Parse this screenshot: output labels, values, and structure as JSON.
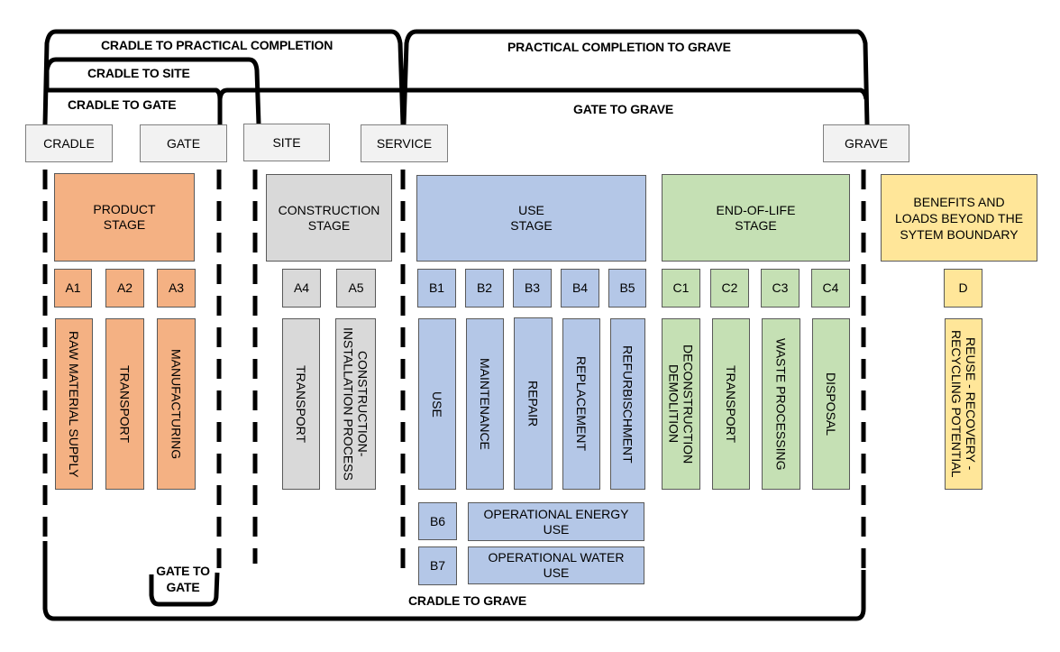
{
  "scope_labels": {
    "cradle_to_practical_completion": "CRADLE  TO PRACTICAL  COMPLETION",
    "practical_completion_to_grave": "PRACTICAL  COMPLETION TO GRAVE",
    "cradle_to_site": "CRADLE  TO SITE",
    "cradle_to_gate": "CRADLE  TO GATE",
    "gate_to_grave": "GATE TO GRAVE",
    "gate_to_gate": "GATE TO\nGATE",
    "cradle_to_grave": "CRADLE  TO GRAVE"
  },
  "milestones": [
    "CRADLE",
    "GATE",
    "SITE",
    "SERVICE",
    "GRAVE"
  ],
  "stages": {
    "product": {
      "title": "PRODUCT\nSTAGE",
      "color": "#f4b183",
      "modules": [
        {
          "code": "A1",
          "name": "RAW MATERIAL SUPPLY"
        },
        {
          "code": "A2",
          "name": "TRANSPORT"
        },
        {
          "code": "A3",
          "name": "MANUFACTURING"
        }
      ]
    },
    "construction": {
      "title": "CONSTRUCTION\nSTAGE",
      "color": "#d9d9d9",
      "modules": [
        {
          "code": "A4",
          "name": "TRANSPORT"
        },
        {
          "code": "A5",
          "name": "CONSTRUCTION-\nINSTALLATION PROCESS"
        }
      ]
    },
    "use": {
      "title": "USE\nSTAGE",
      "color": "#b4c7e7",
      "modules": [
        {
          "code": "B1",
          "name": "USE"
        },
        {
          "code": "B2",
          "name": "MAINTENANCE"
        },
        {
          "code": "B3",
          "name": "REPAIR"
        },
        {
          "code": "B4",
          "name": "REPLACEMENT"
        },
        {
          "code": "B5",
          "name": "REFURBISCHMENT"
        }
      ],
      "operational": [
        {
          "code": "B6",
          "name": "OPERATIONAL ENERGY\nUSE"
        },
        {
          "code": "B7",
          "name": "OPERATIONAL WATER\nUSE"
        }
      ]
    },
    "end_of_life": {
      "title": "END-OF-LIFE\nSTAGE",
      "color": "#c5e0b4",
      "modules": [
        {
          "code": "C1",
          "name": "DECONSTRUCTION\nDEMOLITION"
        },
        {
          "code": "C2",
          "name": "TRANSPORT"
        },
        {
          "code": "C3",
          "name": "WASTE PROCESSING"
        },
        {
          "code": "C4",
          "name": "DISPOSAL"
        }
      ]
    },
    "beyond": {
      "title": "BENEFITS AND\nLOADS BEYOND THE\nSYTEM BOUNDARY",
      "color": "#ffe699",
      "modules": [
        {
          "code": "D",
          "name": "REUSE - RECOVERY -\nRECYCLING POTENTIAL"
        }
      ]
    }
  }
}
